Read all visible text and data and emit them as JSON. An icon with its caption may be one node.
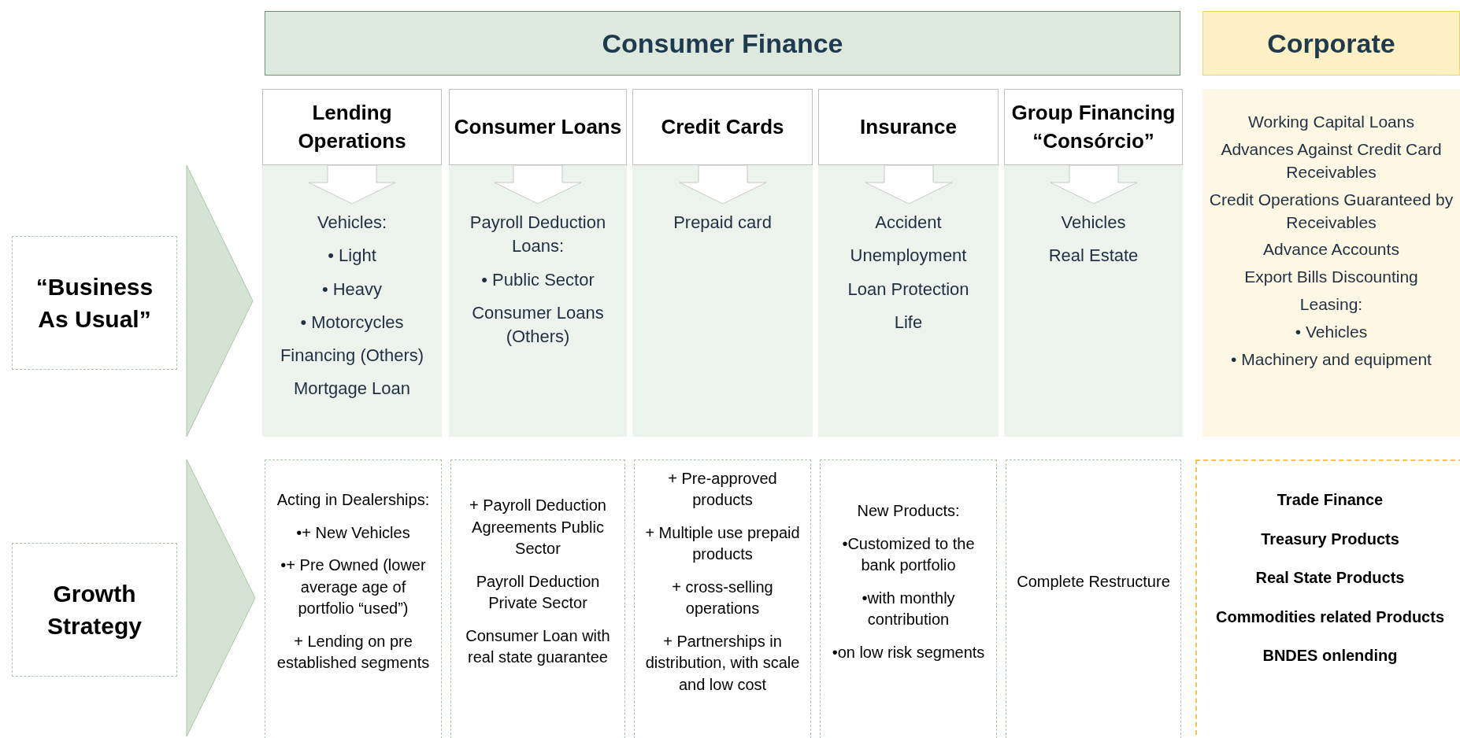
{
  "diagram": {
    "nodes": [
      {
        "text": [
          "Consumer Finance"
        ]
      },
      {
        "text": [
          "Corporate"
        ]
      },
      {
        "text": [
          "Lending Operations"
        ]
      },
      {
        "text": [
          "Consumer Loans"
        ]
      },
      {
        "text": [
          "Credit Cards"
        ]
      },
      {
        "text": [
          "Insurance"
        ]
      },
      {
        "text": [
          "Group Financing “Consórcio”"
        ]
      },
      {
        "text": [
          "Vehicles:",
          "• Light",
          "• Heavy",
          "• Motorcycles",
          "Financing (Others)",
          "Mortgage Loan"
        ]
      },
      {
        "text": [
          "Payroll Deduction Loans:",
          "• Public Sector",
          "Consumer Loans (Others)"
        ]
      },
      {
        "text": [
          "Prepaid card"
        ]
      },
      {
        "text": [
          "Accident",
          "Unemployment",
          "Loan Protection",
          "Life"
        ]
      },
      {
        "text": [
          "Vehicles",
          "Real Estate"
        ]
      },
      {
        "text": [
          "Working Capital Loans",
          "Advances Against Credit Card Receivables",
          "Credit Operations Guaranteed by Receivables",
          "Advance Accounts",
          "Export Bills Discounting",
          "Leasing:",
          "• Vehicles",
          "• Machinery and equipment"
        ]
      },
      {
        "text": [
          "“Business As Usual”"
        ]
      },
      {
        "text": [
          "Growth Strategy"
        ]
      },
      {
        "text": [
          "Acting in Dealerships:",
          "•+ New Vehicles",
          "•+ Pre Owned (lower average age of portfolio “used”)",
          "+ Lending on pre established segments"
        ]
      },
      {
        "text": [
          "+ Payroll Deduction Agreements Public Sector",
          "Payroll Deduction Private Sector",
          "Consumer Loan with real state guarantee"
        ]
      },
      {
        "text": [
          "+ Pre-approved products",
          "+ Multiple use prepaid products",
          "+ cross-selling operations",
          "+ Partnerships in distribution, with scale and low cost"
        ]
      },
      {
        "text": [
          "New Products:",
          "•Customized to the bank portfolio",
          "•with monthly contribution",
          "•on low risk segments"
        ]
      },
      {
        "text": [
          "Complete Restructure"
        ]
      },
      {
        "text": [
          "Trade Finance",
          "Treasury Products",
          "Real State Products",
          "Commodities related Products",
          "BNDES onlending"
        ]
      }
    ],
    "edges": [
      {
        "from": 13,
        "to": 7,
        "arrow": "to"
      },
      {
        "from": 14,
        "to": 15,
        "arrow": "to"
      }
    ]
  }
}
